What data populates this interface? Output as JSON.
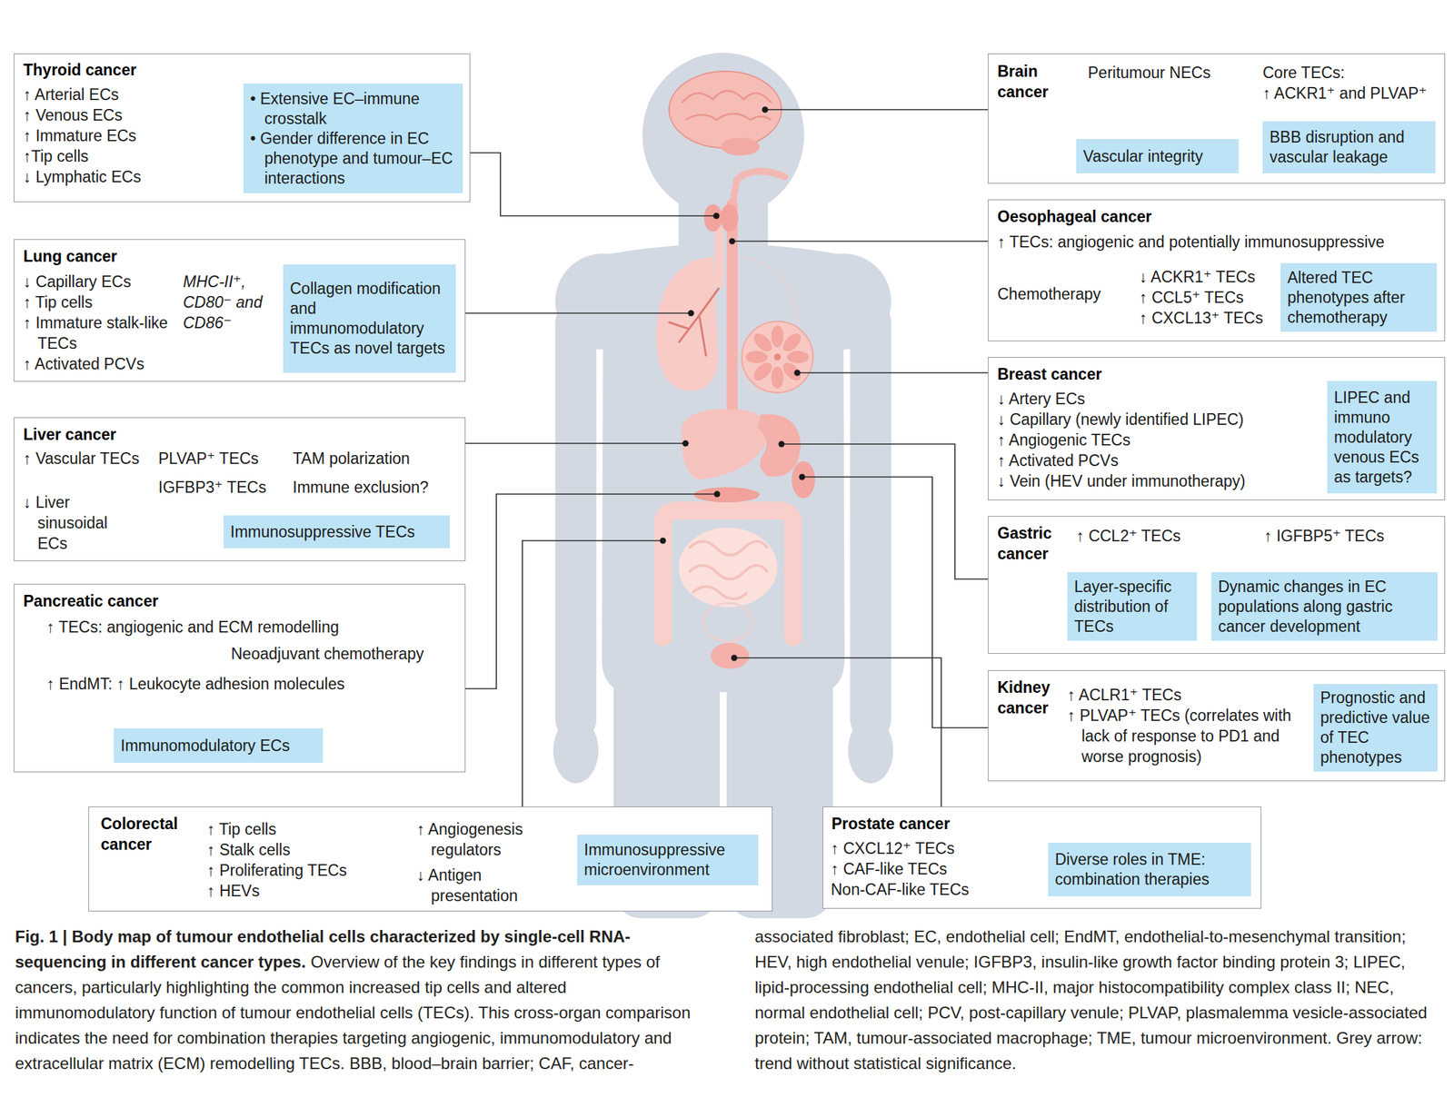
{
  "diagram": {
    "title": "Fig. 1 | Body map of tumour endothelial cells characterized by single-cell RNA-sequencing in different cancer types.",
    "caption": "Overview of the key findings in different types of cancers, particularly highlighting the common increased tip cells and altered immunomodulatory function of tumour endothelial cells (TECs). This cross-organ comparison indicates the need for combination therapies targeting angiogenic, immunomodulatory and extracellular matrix (ECM) remodelling TECs. BBB, blood–brain barrier; CAF, cancer-associated fibroblast; EC, endothelial cell; EndMT, endothelial-to-mesenchymal transition; HEV, high endothelial venule; IGFBP3, insulin-like growth factor binding protein 3; LIPEC, lipid-processing endothelial cell; MHC-II, major histocompatibility complex class II; NEC, normal endothelial cell; PCV, post-capillary venule; PLVAP, plasmalemma vesicle-associated protein; TAM, tumour-associated macrophage; TME, tumour microenvironment. Grey arrow: trend without statistical significance.",
    "nodes": [
      {
        "text": [
          "Thyroid cancer",
          "↑ Arterial ECs",
          "↑ Venous ECs",
          "↑ Immature ECs",
          "↑Tip cells",
          "↓ Lymphatic ECs"
        ]
      },
      {
        "text": [
          "• Extensive EC–immune crosstalk",
          "• Gender difference in EC phenotype and tumour–EC interactions"
        ],
        "in": 0
      },
      {
        "text": [
          "Lung cancer",
          "↓ Capillary ECs",
          "MHC-II⁺, CD80⁻ and CD86⁻",
          "↑ Tip cells",
          "↑ Immature stalk-like TECs",
          "↑ Activated PCVs"
        ]
      },
      {
        "text": [
          "Collagen modification and immunomodulatory TECs as novel targets"
        ],
        "in": 2
      },
      {
        "text": [
          "Liver cancer",
          "↑ Vascular TECs",
          "↓ Liver sinusoidal ECs",
          "PLVAP⁺ TECs",
          "TAM polarization",
          "IGFBP3⁺ TECs",
          "Immune exclusion?"
        ]
      },
      {
        "text": [
          "Immunosuppressive TECs"
        ],
        "in": 4
      },
      {
        "text": [
          "Pancreatic cancer",
          "↑ TECs: angiogenic and ECM remodelling",
          "Neoadjuvant chemotherapy",
          "↑ EndMT: ↑ Leukocyte adhesion molecules"
        ]
      },
      {
        "text": [
          "Immunomodulatory ECs"
        ],
        "in": 6
      },
      {
        "text": [
          "Colorectal cancer",
          "↑ Tip cells",
          "↑ Stalk cells",
          "↑ Proliferating TECs",
          "↑ HEVs",
          "↑ Angiogenesis regulators",
          "↓ Antigen presentation"
        ]
      },
      {
        "text": [
          "Immunosuppressive microenvironment"
        ],
        "in": 8
      },
      {
        "text": [
          "Prostate cancer",
          "↑ CXCL12⁺ TECs",
          "↑ CAF-like TECs",
          "Non-CAF-like TECs"
        ]
      },
      {
        "text": [
          "Diverse roles in TME: combination therapies"
        ],
        "in": 10
      },
      {
        "text": [
          "Brain cancer",
          "Peritumour NECs",
          "Core TECs:",
          "↑ ACKR1⁺ and PLVAP⁺"
        ]
      },
      {
        "text": [
          "Vascular integrity"
        ],
        "in": 12
      },
      {
        "text": [
          "BBB disruption and vascular leakage"
        ],
        "in": 12
      },
      {
        "text": [
          "Oesophageal cancer",
          "↑ TECs: angiogenic and potentially immunosuppressive",
          "Chemotherapy",
          "↓ ACKR1⁺ TECs",
          "↑ CCL5⁺ TECs",
          "↑ CXCL13⁺ TECs"
        ]
      },
      {
        "text": [
          "Altered TEC phenotypes after chemotherapy"
        ],
        "in": 15
      },
      {
        "text": [
          "Breast cancer",
          "↓ Artery ECs",
          "↓ Capillary (newly identified LIPEC)",
          "↑ Angiogenic TECs",
          "↑ Activated PCVs",
          "↓ Vein (HEV under immunotherapy)"
        ]
      },
      {
        "text": [
          "LIPEC and immuno modulatory venous ECs as targets?"
        ],
        "in": 17
      },
      {
        "text": [
          "Gastric cancer",
          "↑ CCL2⁺ TECs",
          "↑ IGFBP5⁺ TECs"
        ]
      },
      {
        "text": [
          "Layer-specific distribution of TECs"
        ],
        "in": 19
      },
      {
        "text": [
          "Dynamic changes in EC populations along gastric cancer development"
        ],
        "in": 19
      },
      {
        "text": [
          "Kidney cancer",
          "↑ ACLR1⁺ TECs",
          "↑ PLVAP⁺ TECs (correlates with lack of response to PD1 and worse prognosis)"
        ]
      },
      {
        "text": [
          "Prognostic and predictive value of TEC phenotypes"
        ],
        "in": 22
      }
    ]
  }
}
